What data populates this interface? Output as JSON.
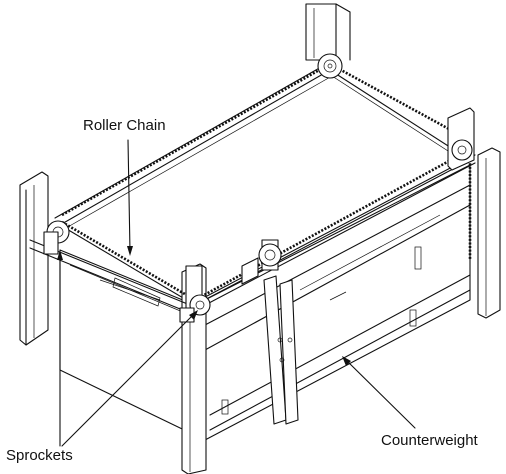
{
  "labels": {
    "roller_chain": "Roller Chain",
    "sprockets": "Sprockets",
    "counterweight": "Counterweight"
  },
  "colors": {
    "line": "#111111",
    "background": "#ffffff"
  }
}
